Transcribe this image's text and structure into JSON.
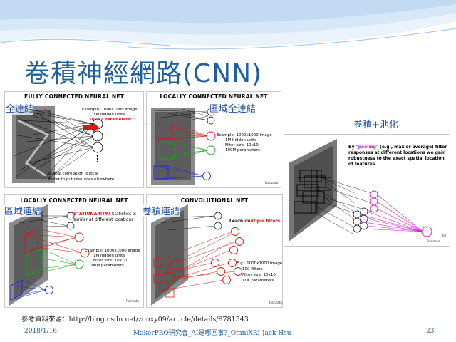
{
  "slide": {
    "title": "卷積神經網路(CNN)",
    "reference": "參考資料來源：http://blog.csdn.net/zouxy09/article/details/8781543",
    "footer": {
      "date": "2018/1/16",
      "center": "MakerPRO研究會_AI是哪回事?_OmniXRI Jack Hsu",
      "page": "23"
    }
  },
  "panels": {
    "full": {
      "header": "FULLY CONNECTED NEURAL NET",
      "label": "全連結",
      "example": "Example: 1000x1000 image",
      "hidden": "1M hidden units",
      "params": "10^12 parameters!!!",
      "note1": "- Spatial correlation is local",
      "note2": "- Better to put resources elsewhere!"
    },
    "local_full": {
      "header": "LOCALLY CONNECTED NEURAL NET",
      "label": "區域全連結",
      "example": "Example: 1000x1000 image",
      "hidden": "1M hidden units",
      "filter": "Filter size: 10x10",
      "params": "100M parameters",
      "credit": "Ranzato"
    },
    "pool": {
      "label": "卷積+池化",
      "text_pre": "By ",
      "text_pooling": "\"pooling\"",
      "text_post": " (e.g., max or average) filter responses at different locations we gain robustness to the exact spatial location of features.",
      "credit": "Ranzato",
      "page": "67"
    },
    "local": {
      "header": "LOCALLY CONNECTED NEURAL NET",
      "label": "區域連結",
      "stationarity": "STATIONARITY?",
      "stat_text1": "Statistics is",
      "stat_text2": "similar at different locations",
      "example": "Example: 1000x1000 image",
      "hidden": "1M hidden units",
      "filter": "Filter size: 10x10",
      "params": "100M parameters",
      "credit": "Ranzato"
    },
    "conv": {
      "header": "CONVOLUTIONAL NET",
      "label": "卷積連結",
      "learn_pre": "Learn ",
      "learn_red": "multiple filters.",
      "example": "E.g.: 1000x1000 image",
      "filters": "100 Filters",
      "filter": "Filter size: 10x10",
      "params": "10K parameters",
      "credit": "Ranzato"
    }
  },
  "colors": {
    "title": "#1f5f9a",
    "label": "#1f4fa0",
    "red": "#d21818",
    "green": "#1aa01a",
    "blue": "#1e2fd0",
    "magenta": "#d020c0",
    "swoosh": "#cfe3f6"
  }
}
